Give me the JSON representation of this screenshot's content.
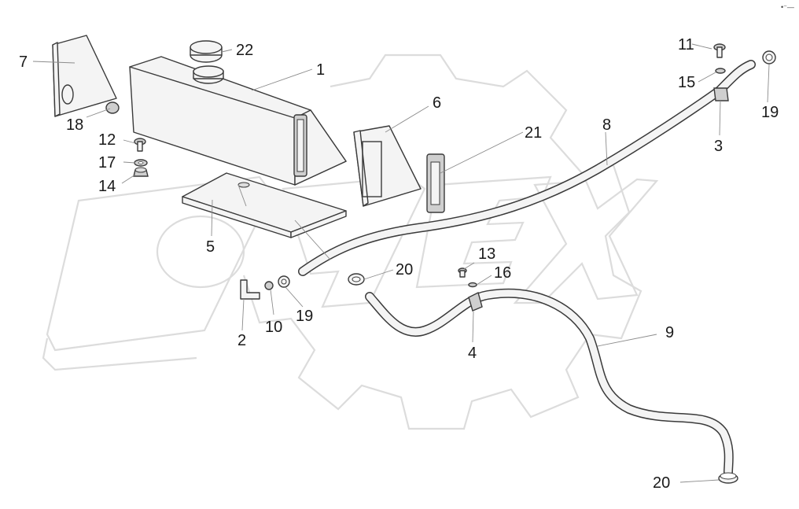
{
  "labels": {
    "p1": "1",
    "p2": "2",
    "p3": "3",
    "p4": "4",
    "p5": "5",
    "p6": "6",
    "p7": "7",
    "p8": "8",
    "p9": "9",
    "p10": "10",
    "p11": "11",
    "p12": "12",
    "p13": "13",
    "p14": "14",
    "p15": "15",
    "p16": "16",
    "p17": "17",
    "p18": "18",
    "p19a": "19",
    "p19b": "19",
    "p20a": "20",
    "p20b": "20",
    "p21": "21",
    "p22": "22"
  },
  "corner_mark": "•⁻—"
}
